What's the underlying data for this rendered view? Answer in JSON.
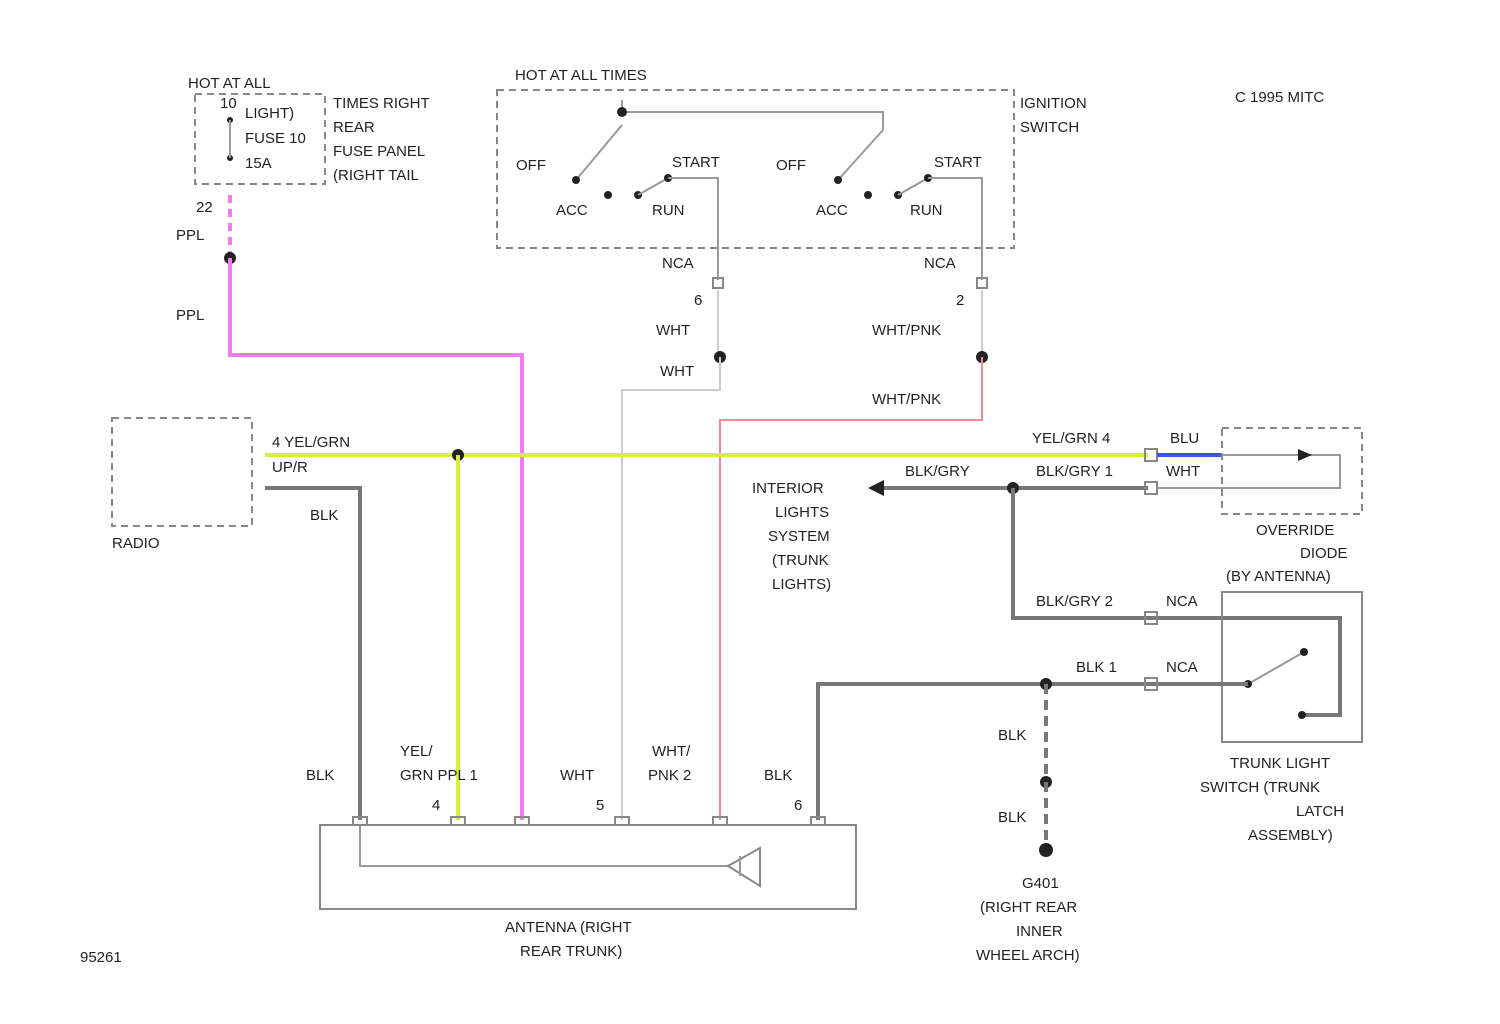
{
  "diagram_id": "C 1995 MITC",
  "figure_code": "95261",
  "fuse_block": {
    "hot_at_all": "HOT AT ALL",
    "lines": [
      "TIMES RIGHT",
      "REAR",
      "FUSE PANEL",
      "(RIGHT TAIL"
    ],
    "inner": [
      "LIGHT)",
      "FUSE 10",
      "15A"
    ],
    "pin_top": "10",
    "pin_bottom": "22"
  },
  "ignition": {
    "hot_label": "HOT AT ALL TIMES",
    "name_lines": [
      "IGNITION",
      "SWITCH"
    ],
    "off": "OFF",
    "acc": "ACC",
    "run": "RUN",
    "start": "START",
    "nca": "NCA",
    "pin_left": "6",
    "pin_right": "2"
  },
  "wires": {
    "ppl": "PPL",
    "wht": "WHT",
    "wht_pnk": "WHT/PNK",
    "yel_grn": "YEL/GRN",
    "yel_grn_4": "4  YEL/GRN",
    "yel_grn_4_r": "YEL/GRN 4",
    "up_r": "UP/R",
    "blk": "BLK",
    "blu": "BLU",
    "wht_r": "WHT",
    "blk_gry": "BLK/GRY",
    "blk_gry_1": "BLK/GRY 1",
    "blk_gry_2": "BLK/GRY 2",
    "blk_1": "BLK   1",
    "nca": "NCA"
  },
  "components": {
    "radio": "RADIO",
    "interior": [
      "INTERIOR",
      "LIGHTS",
      "SYSTEM",
      "(TRUNK",
      "LIGHTS)"
    ],
    "override": [
      "OVERRIDE",
      "DIODE",
      "(BY ANTENNA)"
    ],
    "trunk_switch": [
      "TRUNK LIGHT",
      "SWITCH (TRUNK",
      "LATCH",
      "ASSEMBLY)"
    ],
    "ground": [
      "G401",
      "(RIGHT REAR",
      "INNER",
      "WHEEL ARCH)"
    ],
    "antenna": [
      "ANTENNA (RIGHT",
      "REAR TRUNK)"
    ]
  },
  "antenna_pins": {
    "blk": "BLK",
    "yel_grn_ppl_1": [
      "YEL/",
      "GRN  PPL 1"
    ],
    "wht": "WHT",
    "wht_pnk_2": [
      "WHT/",
      "PNK 2"
    ],
    "blk_r": "BLK",
    "p4": "4",
    "p5": "5",
    "p6": "6"
  },
  "colors": {
    "ppl": "#f07cf0",
    "yel_grn": "#d8ef3c",
    "wht": "#cccccc",
    "wht_pnk": "#ef8a94",
    "blk": "#777777",
    "blu": "#3a55e6"
  }
}
